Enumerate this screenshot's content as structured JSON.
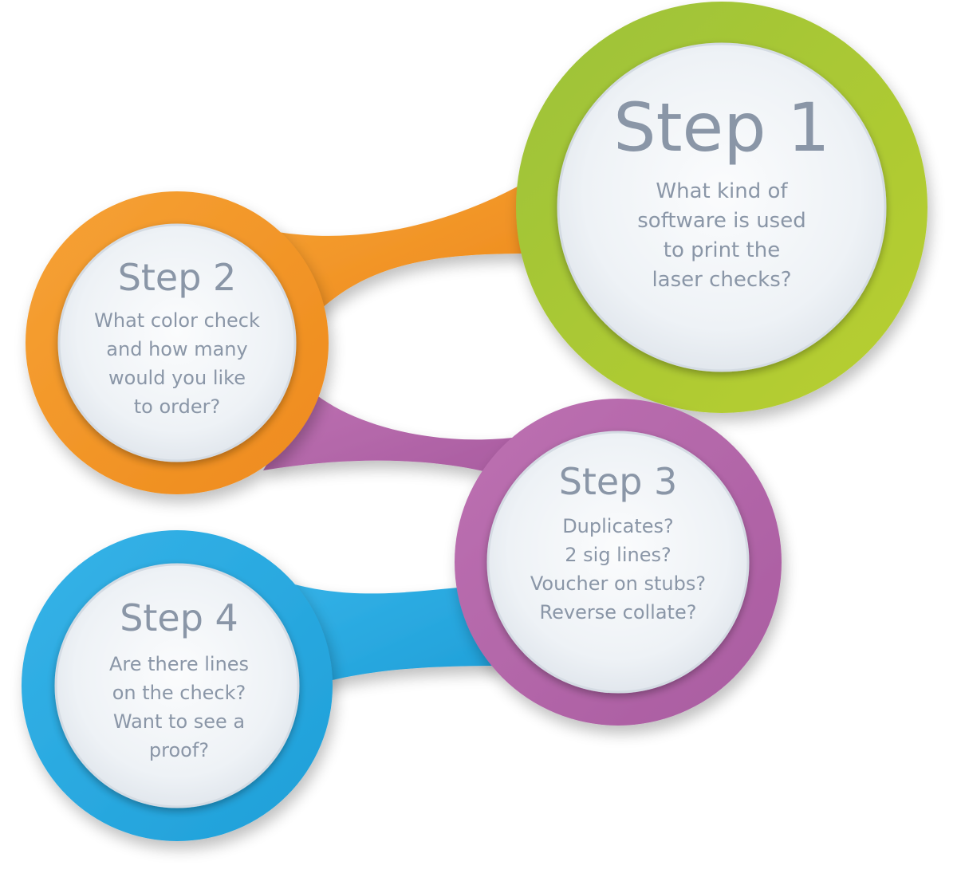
{
  "steps": [
    {
      "id": "step1",
      "title": "Step 1",
      "lines": [
        "What kind of",
        "software is used",
        "to print the",
        "laser checks?"
      ],
      "color": "#a9c83a"
    },
    {
      "id": "step2",
      "title": "Step 2",
      "lines": [
        "What color check",
        "and how many",
        "would you like",
        "to order?"
      ],
      "color": "#f39424"
    },
    {
      "id": "step3",
      "title": "Step 3",
      "lines": [
        "Duplicates?",
        "2 sig lines?",
        "Voucher on stubs?",
        "Reverse collate?"
      ],
      "color": "#b466aa"
    },
    {
      "id": "step4",
      "title": "Step 4",
      "lines": [
        "Are there lines",
        "on the check?",
        "Want to see a",
        "proof?"
      ],
      "color": "#29a8e1"
    }
  ],
  "colors": {
    "text": "#8a96a7",
    "inner_disc": "#f2f5f8"
  }
}
